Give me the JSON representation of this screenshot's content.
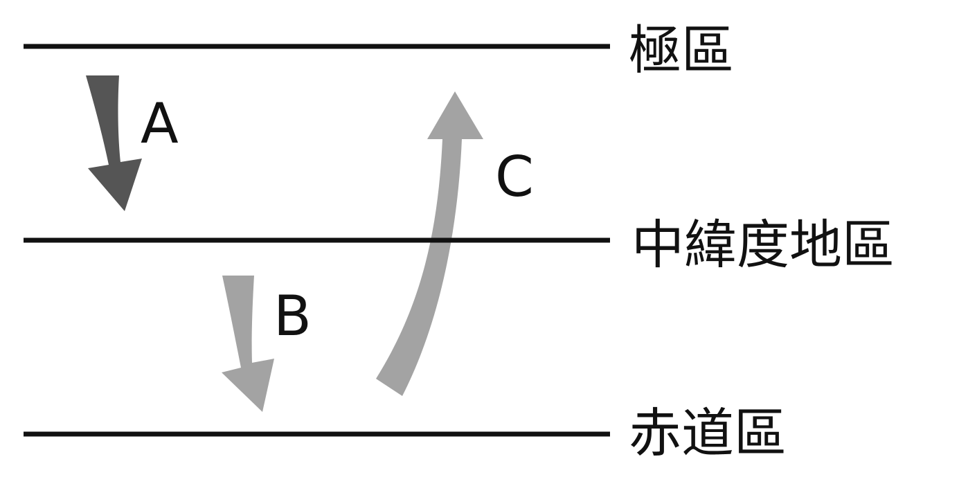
{
  "zones": {
    "polar": "極區",
    "mid": "中緯度地區",
    "equator": "赤道區"
  },
  "arrows": {
    "a": {
      "label": "A",
      "color": "#555555"
    },
    "b": {
      "label": "B",
      "color": "#a3a3a3"
    },
    "c": {
      "label": "C",
      "color": "#a3a3a3"
    }
  },
  "colors": {
    "line": "#111111",
    "text": "#111111"
  }
}
